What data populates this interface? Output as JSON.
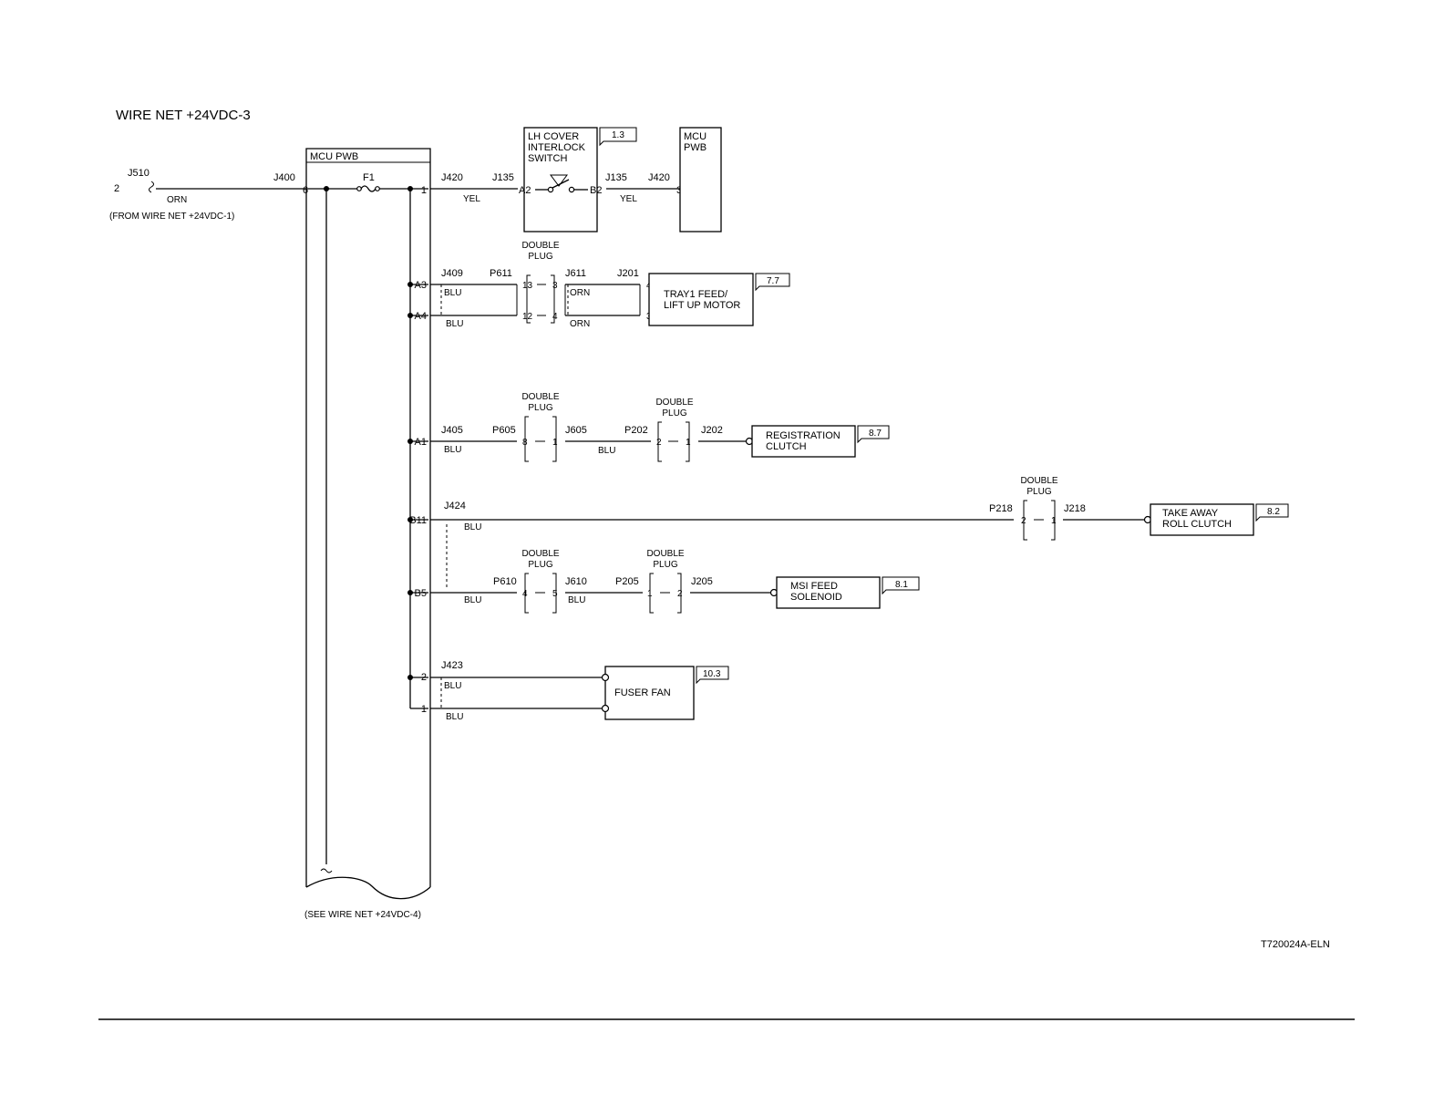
{
  "title": "WIRE NET +24VDC-3",
  "figure_id": "T720024A-ELN",
  "input": {
    "connector": "J510",
    "pin": "2",
    "wire_color": "ORN",
    "note": "(FROM WIRE NET +24VDC-1)"
  },
  "mcu_pwb": {
    "label": "MCU PWB",
    "input_connector": "J400",
    "input_pin": "6",
    "fuse": "F1",
    "continuation_note": "(SEE WIRE NET +24VDC-4)"
  },
  "branches": {
    "interlock": {
      "mcu_connector": "J420",
      "mcu_pin": "1",
      "wire_in": "YEL",
      "switch_connector_in": "J135",
      "switch_pin_in": "A2",
      "switch_label": [
        "LH COVER",
        "INTERLOCK",
        "SWITCH"
      ],
      "switch_ref": "1.3",
      "switch_pin_out": "B2",
      "switch_connector_out": "J135",
      "wire_out": "YEL",
      "return_connector": "J420",
      "return_pin": "3",
      "return_box": [
        "MCU",
        "PWB"
      ]
    },
    "tray1": {
      "pins": [
        "A3",
        "A4"
      ],
      "mcu_connector": "J409",
      "wire": "BLU",
      "plug_label": [
        "DOUBLE",
        "PLUG"
      ],
      "plug_in": "P611",
      "plug_pins_left": [
        "13",
        "12"
      ],
      "plug_pins_right": [
        "3",
        "4"
      ],
      "plug_out": "J611",
      "wire_out": "ORN",
      "device_connector": "J201",
      "device_pins": [
        "4",
        "3"
      ],
      "device": [
        "TRAY1 FEED/",
        "LIFT UP MOTOR"
      ],
      "ref": "7.7"
    },
    "registration": {
      "pin": "A1",
      "mcu_connector": "J405",
      "wire": "BLU",
      "plug1_label": [
        "DOUBLE",
        "PLUG"
      ],
      "plug1_in": "P605",
      "plug1_pins": [
        "8",
        "1"
      ],
      "plug1_out": "J605",
      "wire2": "BLU",
      "plug2_label": [
        "DOUBLE",
        "PLUG"
      ],
      "plug2_in": "P202",
      "plug2_pins": [
        "2",
        "1"
      ],
      "plug2_out": "J202",
      "device": [
        "REGISTRATION",
        "CLUTCH"
      ],
      "ref": "8.7"
    },
    "takeaway": {
      "pin": "B11",
      "mcu_connector": "J424",
      "wire": "BLU",
      "plug_label": [
        "DOUBLE",
        "PLUG"
      ],
      "plug_in": "P218",
      "plug_pins": [
        "2",
        "1"
      ],
      "plug_out": "J218",
      "device": [
        "TAKE AWAY",
        "ROLL CLUTCH"
      ],
      "ref": "8.2"
    },
    "msi": {
      "pin": "B5",
      "wire": "BLU",
      "plug1_label": [
        "DOUBLE",
        "PLUG"
      ],
      "plug1_in": "P610",
      "plug1_pins": [
        "4",
        "5"
      ],
      "plug1_out": "J610",
      "wire2": "BLU",
      "plug2_label": [
        "DOUBLE",
        "PLUG"
      ],
      "plug2_in": "P205",
      "plug2_pins": [
        "1",
        "2"
      ],
      "plug2_out": "J205",
      "device": [
        "MSI FEED",
        "SOLENOID"
      ],
      "ref": "8.1"
    },
    "fan": {
      "pins": [
        "2",
        "1"
      ],
      "mcu_connector": "J423",
      "wire": "BLU",
      "device": "FUSER FAN",
      "ref": "10.3"
    }
  }
}
